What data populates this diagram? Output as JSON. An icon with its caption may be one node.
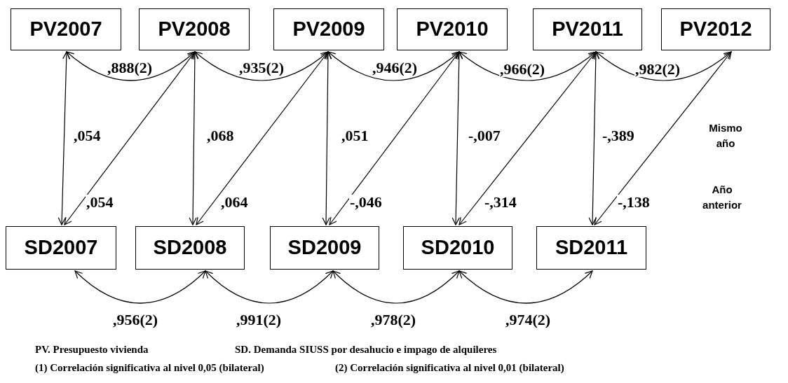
{
  "diagram": {
    "nodes": [
      {
        "text": [
          "PV2007"
        ]
      },
      {
        "text": [
          "PV2008"
        ]
      },
      {
        "text": [
          "PV2009"
        ]
      },
      {
        "text": [
          "PV2010"
        ]
      },
      {
        "text": [
          "PV2011"
        ]
      },
      {
        "text": [
          "PV2012"
        ]
      },
      {
        "text": [
          "SD2007"
        ]
      },
      {
        "text": [
          "SD2008"
        ]
      },
      {
        "text": [
          "SD2009"
        ]
      },
      {
        "text": [
          "SD2010"
        ]
      },
      {
        "text": [
          "SD2011"
        ]
      }
    ],
    "edges": [
      {
        "from": 0,
        "to": 1,
        "arrow": "both",
        "label": ",888(2)"
      },
      {
        "from": 1,
        "to": 2,
        "arrow": "both",
        "label": ",935(2)"
      },
      {
        "from": 2,
        "to": 3,
        "arrow": "both",
        "label": ",946(2)"
      },
      {
        "from": 3,
        "to": 4,
        "arrow": "both",
        "label": ",966(2)"
      },
      {
        "from": 4,
        "to": 5,
        "arrow": "both",
        "label": ",982(2)"
      },
      {
        "from": 0,
        "to": 6,
        "arrow": "both",
        "label": ",054"
      },
      {
        "from": 1,
        "to": 7,
        "arrow": "both",
        "label": ",068"
      },
      {
        "from": 2,
        "to": 8,
        "arrow": "both",
        "label": ",051"
      },
      {
        "from": 3,
        "to": 9,
        "arrow": "both",
        "label": "-,007"
      },
      {
        "from": 4,
        "to": 10,
        "arrow": "both",
        "label": "-,389"
      },
      {
        "from": 6,
        "to": 1,
        "arrow": "both",
        "label": ",054"
      },
      {
        "from": 7,
        "to": 2,
        "arrow": "both",
        "label": ",064"
      },
      {
        "from": 8,
        "to": 3,
        "arrow": "both",
        "label": "-,046"
      },
      {
        "from": 9,
        "to": 4,
        "arrow": "both",
        "label": "-,314"
      },
      {
        "from": 10,
        "to": 5,
        "arrow": "both",
        "label": "-,138"
      },
      {
        "from": 6,
        "to": 7,
        "arrow": "both",
        "label": ",956(2)"
      },
      {
        "from": 7,
        "to": 8,
        "arrow": "both",
        "label": ",991(2)"
      },
      {
        "from": 8,
        "to": 9,
        "arrow": "both",
        "label": ",978(2)"
      },
      {
        "from": 9,
        "to": 10,
        "arrow": "both",
        "label": ",974(2)"
      }
    ],
    "labels": [
      "Mismo año",
      "Año anterior",
      "PV. Presupuesto vivienda",
      "SD. Demanda SIUSS por desahucio e impago de alquileres",
      "(1) Correlación significativa al nivel 0,05 (bilateral)",
      "(2) Correlación significativa al nivel 0,01 (bilateral)"
    ]
  }
}
